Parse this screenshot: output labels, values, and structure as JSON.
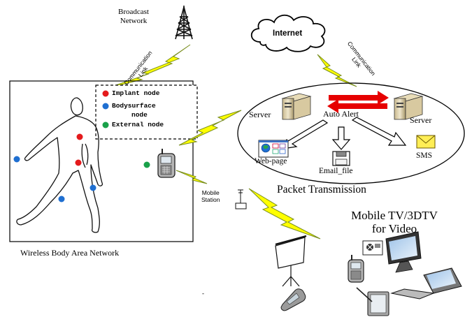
{
  "broadcast": {
    "line1": "Broadcast",
    "line2": "Network"
  },
  "links": {
    "left": {
      "line1": "Communication",
      "line2": "Link"
    },
    "right": {
      "line1": "Communication",
      "line2": "Link"
    }
  },
  "internet": "Internet",
  "legend": {
    "implant": "Implant node",
    "bodysurface_line1": "Bodysurface",
    "bodysurface_line2": "node",
    "external": "External node"
  },
  "packet": {
    "server_left": "Server",
    "server_right": "Server",
    "auto_alert": "Auto Alert",
    "web_page": "Web-page",
    "email_file": "Email_file",
    "sms": "SMS",
    "title": "Packet Transmission"
  },
  "mobile_station": {
    "line1": "Mobile",
    "line2": "Station"
  },
  "mobile_tv": {
    "line1": "Mobile TV/3DTV",
    "line2": "for Video"
  },
  "wban_caption": "Wireless Body Area Network",
  "stray_mark": "-",
  "colors": {
    "implant": "#e41a1c",
    "bodysurface": "#1f6fd1",
    "external": "#1aa14a",
    "lightning_fill": "#ffff00",
    "lightning_stroke": "#7a8f1f",
    "alert_arrow": "#e60000",
    "sms_envelope": "#ffee55"
  },
  "icons": [
    "broadcast-tower-icon",
    "internet-cloud-icon",
    "lightning-link-icon",
    "server-icon",
    "web-page-icon",
    "email-file-icon",
    "sms-envelope-icon",
    "mobile-phone-icon",
    "mobile-station-antenna-icon",
    "projector-screen-icon",
    "monitor-icon",
    "laptop-icon",
    "tablet-icon",
    "flip-phone-icon"
  ]
}
